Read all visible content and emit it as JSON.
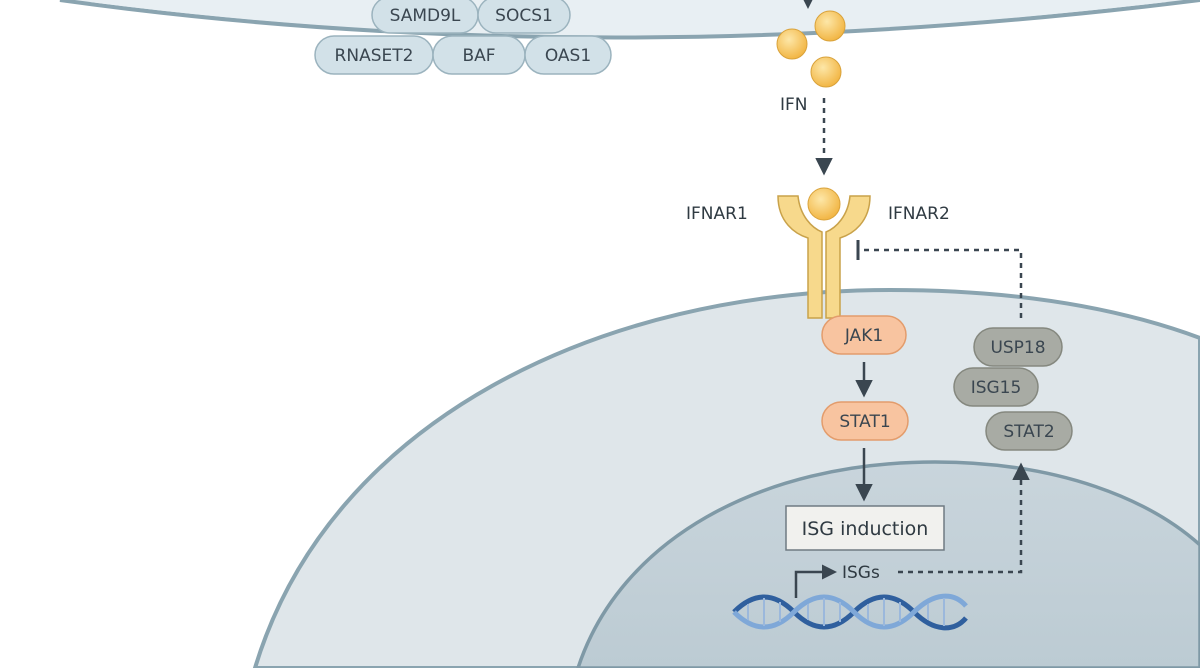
{
  "upper_cell_proteins": [
    "SAMD9L",
    "SOCS1",
    "RNASET2",
    "BAF",
    "OAS1"
  ],
  "ligand_label": "IFN",
  "receptor": {
    "left_label": "IFNAR1",
    "right_label": "IFNAR2"
  },
  "signalling": {
    "kinase": "JAK1",
    "transcription_factor": "STAT1"
  },
  "isg_complex": [
    "USP18",
    "ISG15",
    "STAT2"
  ],
  "nucleus": {
    "induction_label": "ISG induction",
    "genes_label": "ISGs"
  },
  "colors": {
    "upper_cell": "#e6eef2",
    "upper_pill": "#d2e1e8",
    "ligand": "#f6c25a",
    "receptor": "#f7d98c",
    "signalling_pill": "#f8c4a0",
    "isg_pill": "#a8aba4",
    "lower_cell": "#dfe6ea",
    "nucleus": "#c7d3da",
    "membrane": "#8aa4b0",
    "arrow": "#3a4650",
    "dna": "#5b8bc6"
  }
}
